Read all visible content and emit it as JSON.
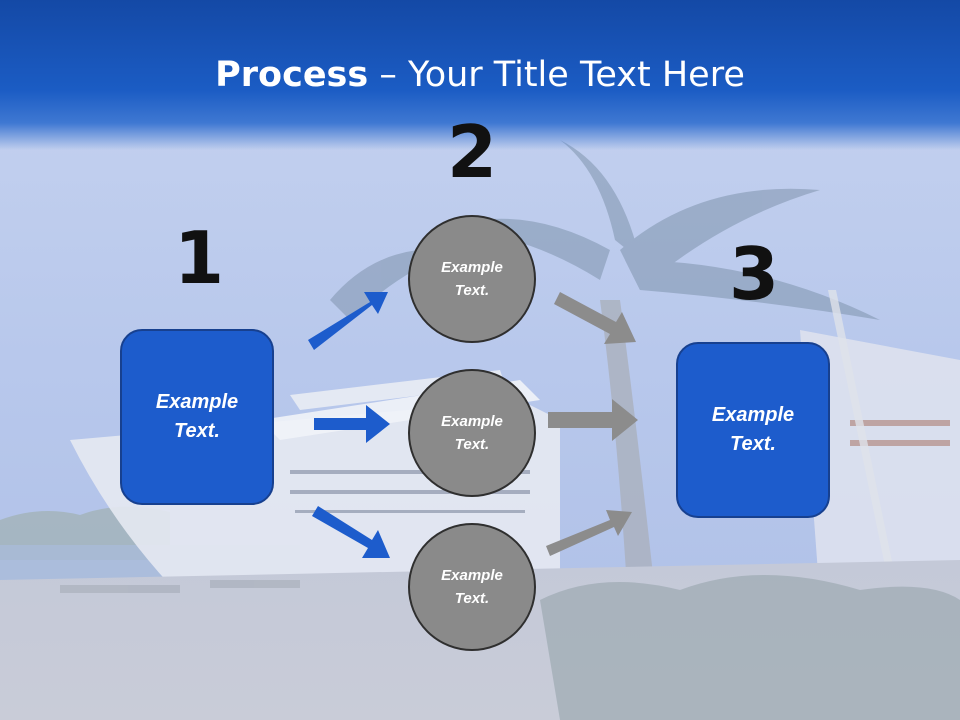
{
  "slide": {
    "title_bold": "Process",
    "title_rest": " – Your Title Text Here"
  },
  "steps": {
    "step1": {
      "number": "1",
      "label": "Example\nText."
    },
    "step2": {
      "number": "2",
      "circles": [
        {
          "label": "Example\nText."
        },
        {
          "label": "Example\nText."
        },
        {
          "label": "Example\nText."
        }
      ]
    },
    "step3": {
      "number": "3",
      "label": "Example\nText."
    }
  },
  "colors": {
    "title_band": "#1b5cc4",
    "box_fill": "#1d5ccc",
    "circle_fill": "#8a8a8a",
    "blue_arrow": "#1d5ccc",
    "gray_arrow": "#8c8c8c"
  },
  "icons": {
    "arrow_in": "arrow-right-icon",
    "arrow_out": "arrow-right-icon"
  }
}
